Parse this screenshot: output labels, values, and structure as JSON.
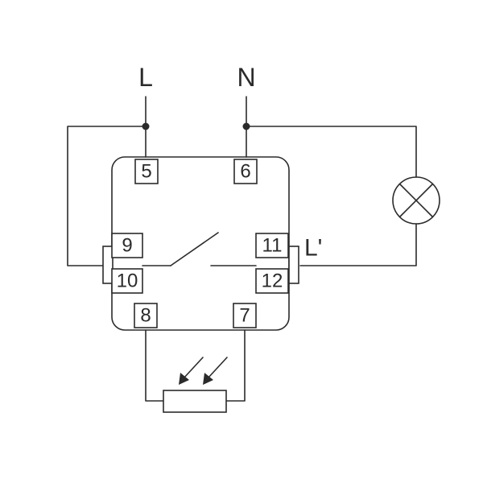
{
  "supply": {
    "line_label": "L",
    "neutral_label": "N"
  },
  "output": {
    "label": "L'"
  },
  "terminals": {
    "t5": "5",
    "t6": "6",
    "t9": "9",
    "t10": "10",
    "t11": "11",
    "t12": "12",
    "t8": "8",
    "t7": "7"
  },
  "colors": {
    "stroke": "#2b2b2b",
    "background": "#ffffff"
  },
  "icons": {
    "lamp": "lamp-icon",
    "photoresistor": "photoresistor-icon",
    "switch": "relay-contact-icon"
  }
}
